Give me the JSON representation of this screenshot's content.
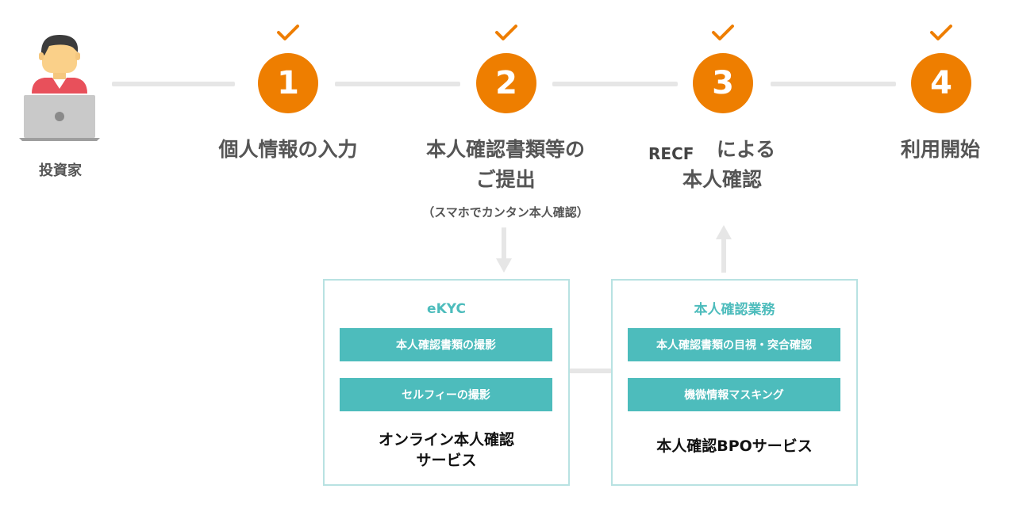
{
  "investor": {
    "label": "投資家",
    "icon": "investor-laptop-icon"
  },
  "steps": [
    {
      "number": "1",
      "title": "個人情報の入力"
    },
    {
      "number": "2",
      "title_line1": "本人確認書類等の",
      "title_line2": "ご提出",
      "note": "（スマホでカンタン本人確認）"
    },
    {
      "number": "3",
      "title_prefix": "RECF",
      "title_line1": "による",
      "title_line2": "本人確認"
    },
    {
      "number": "4",
      "title": "利用開始"
    }
  ],
  "ekyc_box": {
    "header": "eKYC",
    "items": [
      "本人確認書類の撮影",
      "セルフィーの撮影"
    ],
    "name_line1": "オンライン本人確認",
    "name_line2": "サービス"
  },
  "bpo_box": {
    "header": "本人確認業務",
    "items": [
      "本人確認書類の目視・突合確認",
      "機微情報マスキング"
    ],
    "name": "本人確認BPOサービス"
  },
  "colors": {
    "accent_orange": "#ee7e00",
    "teal": "#4dbcbc",
    "connector": "#e6e6e6",
    "text": "#555555"
  }
}
